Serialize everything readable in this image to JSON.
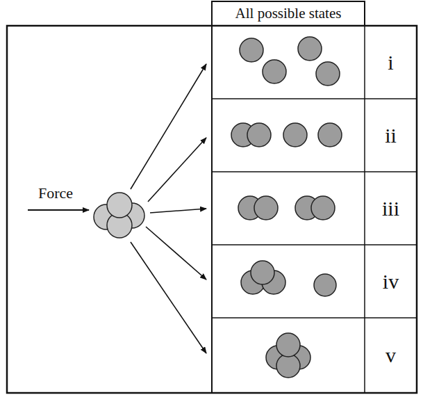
{
  "diagram": {
    "labels": [
      "Force",
      "All possible states",
      "i",
      "ii",
      "iii",
      "iv",
      "v"
    ]
  }
}
